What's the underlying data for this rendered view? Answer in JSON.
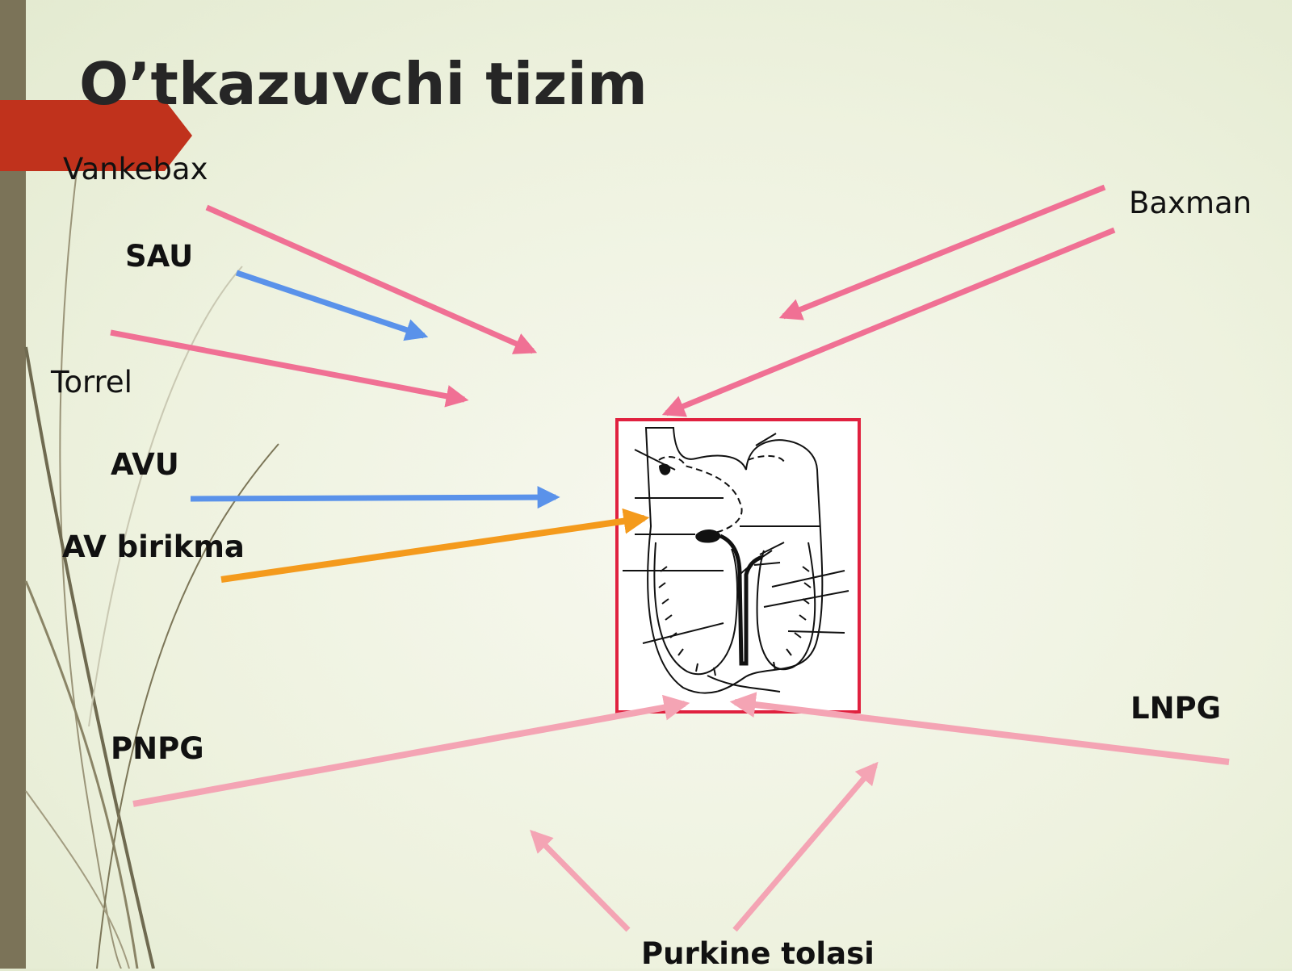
{
  "slide": {
    "title": "O’tkazuvchi tizim",
    "labels": {
      "vankebax": "Vankebax",
      "sau": "SAU",
      "torrel": "Torrel",
      "avu": "AVU",
      "av_birikma": "AV birikma",
      "baxman": "Baxman",
      "pnpg": "PNPG",
      "lnpg": "LNPG",
      "purkine": "Purkine tolasi"
    }
  },
  "colors": {
    "accent_red": "#c0321c",
    "arrow_pink": "#f07094",
    "arrow_light_pink": "#f4a4b4",
    "arrow_blue": "#5a92ea",
    "arrow_orange": "#f49a1c",
    "frame_red": "#e0213f",
    "side_bar": "#7b7358"
  }
}
